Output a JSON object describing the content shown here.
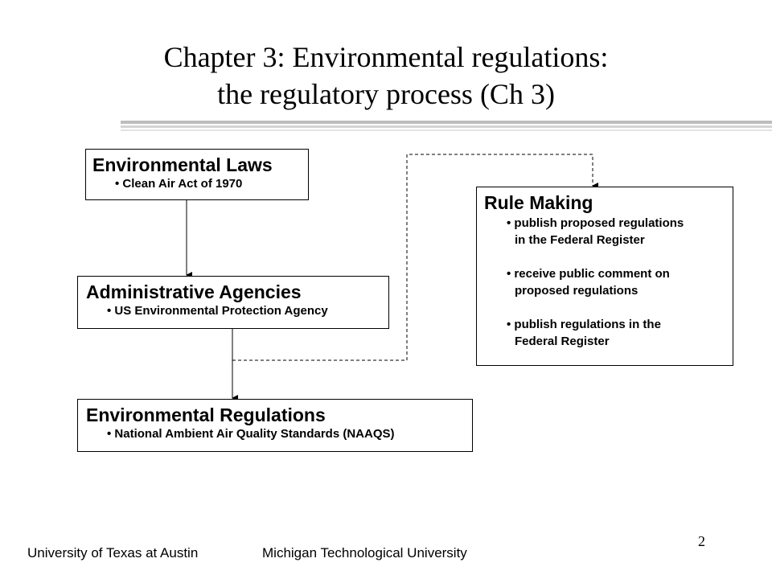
{
  "slide": {
    "title_line1": "Chapter 3: Environmental regulations:",
    "title_line2": "the regulatory process (Ch 3)",
    "page_number": "2"
  },
  "boxes": {
    "laws": {
      "heading": "Environmental Laws",
      "item": "• Clean Air Act of 1970"
    },
    "agencies": {
      "heading": "Administrative Agencies",
      "item": "• US Environmental Protection Agency"
    },
    "regulations": {
      "heading": "Environmental Regulations",
      "item": "• National Ambient Air Quality Standards (NAAQS)"
    },
    "rule_making": {
      "heading": "Rule Making",
      "bullets": [
        {
          "line1": "• publish proposed regulations",
          "line2": "in the Federal Register"
        },
        {
          "line1": "• receive public comment on",
          "line2": "proposed regulations"
        },
        {
          "line1": "• publish regulations in the",
          "line2": "Federal Register"
        }
      ]
    }
  },
  "footer": {
    "left": "University of Texas at Austin",
    "right": "Michigan Technological University"
  }
}
